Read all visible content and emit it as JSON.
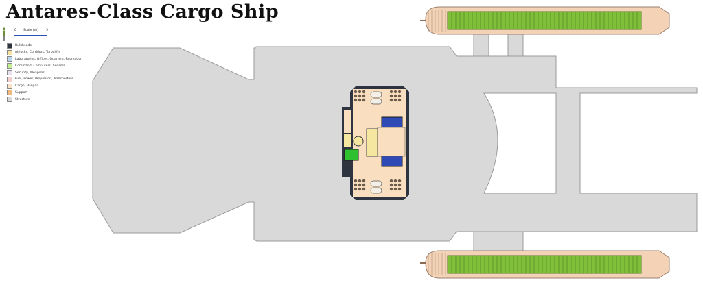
{
  "title": "Antares-Class Cargo Ship",
  "scale": {
    "label": "Scale (m)",
    "min": "0",
    "max": "5"
  },
  "legend": [
    {
      "label": "Bulkheads",
      "color": "#2f3540"
    },
    {
      "label": "Airlocks, Corridors, Turbolifts",
      "color": "#f7e2a0"
    },
    {
      "label": "Laboratories, Offices, Quarters, Recreation",
      "color": "#b9d7ef"
    },
    {
      "label": "Command, Computers, Sensors",
      "color": "#c2ef8f"
    },
    {
      "label": "Security, Weapons",
      "color": "#e9e1f0"
    },
    {
      "label": "Fuel, Power, Propulsion, Transporters",
      "color": "#f2cfcf"
    },
    {
      "label": "Cargo, Hangar",
      "color": "#f9e3c8"
    },
    {
      "label": "Support",
      "color": "#f2b97f"
    },
    {
      "label": "Structure",
      "color": "#d9d9d9"
    }
  ],
  "colors": {
    "structure": "#d9d9d9",
    "structure_stroke": "#9a9a9a",
    "bulkhead": "#2f3540",
    "nacelle_shell": "#f3d2b6",
    "nacelle_core": "#7fbf3a",
    "cargo": "#f9dfbf",
    "corridor": "#f5e6a0",
    "transporter": "#2f49b5",
    "command": "#2fc02f"
  }
}
